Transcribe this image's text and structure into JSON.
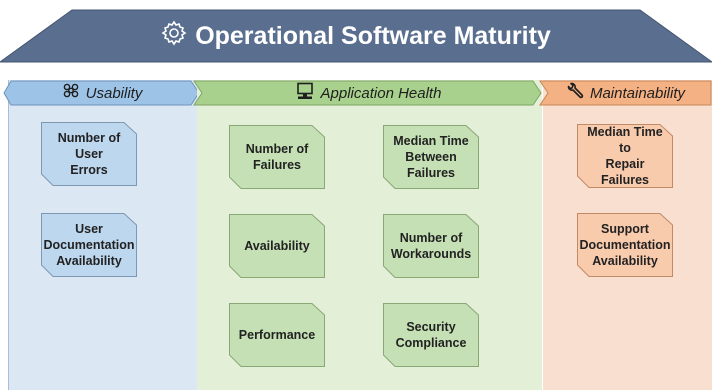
{
  "title": "Operational Software Maturity",
  "title_icon": "gear-icon",
  "colors": {
    "banner": "#5a6f90",
    "usability_header": "#9dc3e6",
    "usability_card": "#bdd7ee",
    "health_header": "#a9d18e",
    "health_card": "#c5e0b4",
    "maint_header": "#f4b183",
    "maint_card": "#f8cbad"
  },
  "columns": [
    {
      "id": "usability",
      "label": "Usability",
      "icon": "people-icon",
      "cards": [
        "Number of User\nErrors",
        "User\nDocumentation\nAvailability"
      ]
    },
    {
      "id": "health",
      "label": "Application Health",
      "icon": "computer-icon",
      "cards": [
        "Number of\nFailures",
        "Median Time\nBetween Failures",
        "Availability",
        "Number of\nWorkarounds",
        "Performance",
        "Security\nCompliance"
      ]
    },
    {
      "id": "maintainability",
      "label": "Maintainability",
      "icon": "wrench-icon",
      "cards": [
        "Median Time to\nRepair Failures",
        "Support\nDocumentation\nAvailability"
      ]
    }
  ]
}
